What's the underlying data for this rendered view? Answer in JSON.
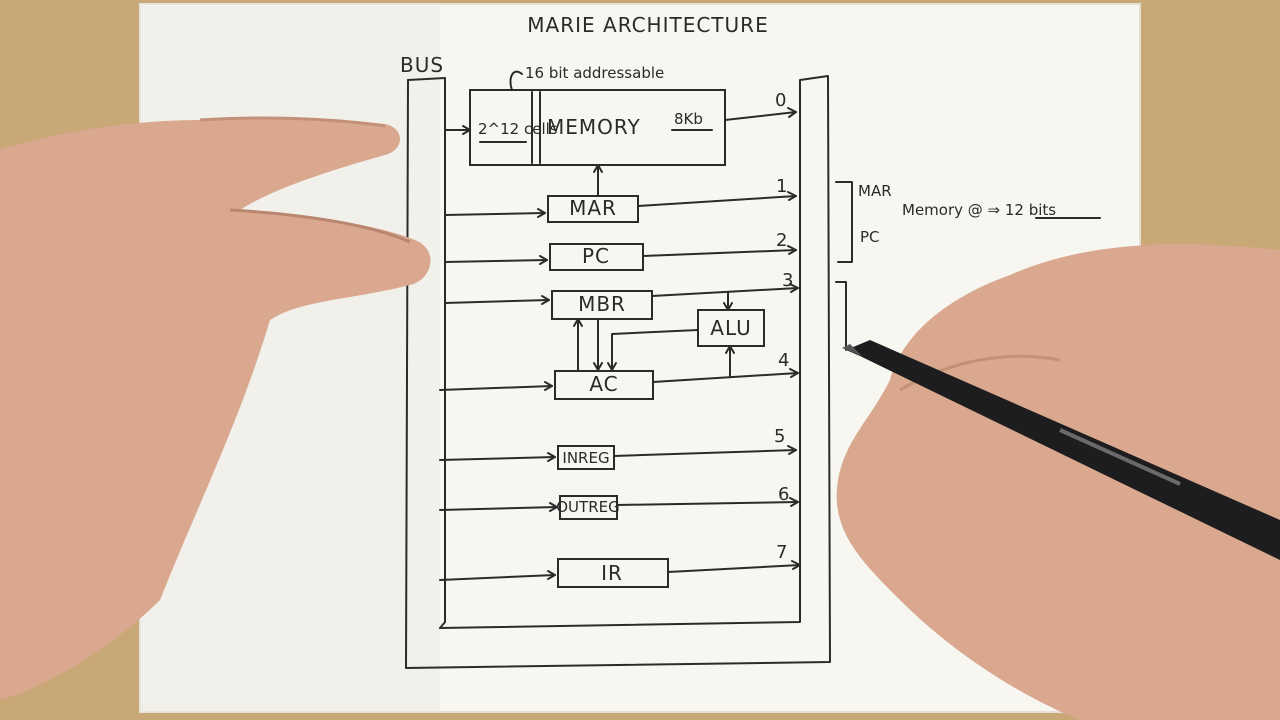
{
  "title": "MARIE ARCHITECTURE",
  "bus_label": "BUS",
  "memory": {
    "label": "MEMORY",
    "size": "8Kb",
    "cells": "2^12 cells",
    "addressable": "16 bit addressable"
  },
  "registers": [
    {
      "name": "MAR",
      "bus_line": "1"
    },
    {
      "name": "PC",
      "bus_line": "2"
    },
    {
      "name": "MBR",
      "bus_line": "3"
    },
    {
      "name": "AC",
      "bus_line": "4"
    },
    {
      "name": "INREG",
      "bus_line": "5"
    },
    {
      "name": "OUTREG",
      "bus_line": "6"
    },
    {
      "name": "IR",
      "bus_line": "7"
    }
  ],
  "memory_bus_line": "0",
  "alu": {
    "label": "ALU"
  },
  "annotation": {
    "bracket_items": [
      "MAR",
      "PC"
    ],
    "note": "Memory @ ⇒ 12 bits"
  },
  "colors": {
    "paper": "#f7f6f1",
    "ink": "#2b2b2b",
    "table": "#c9a878",
    "skin": "#d9a88e",
    "pen": "#1d1d1f"
  }
}
